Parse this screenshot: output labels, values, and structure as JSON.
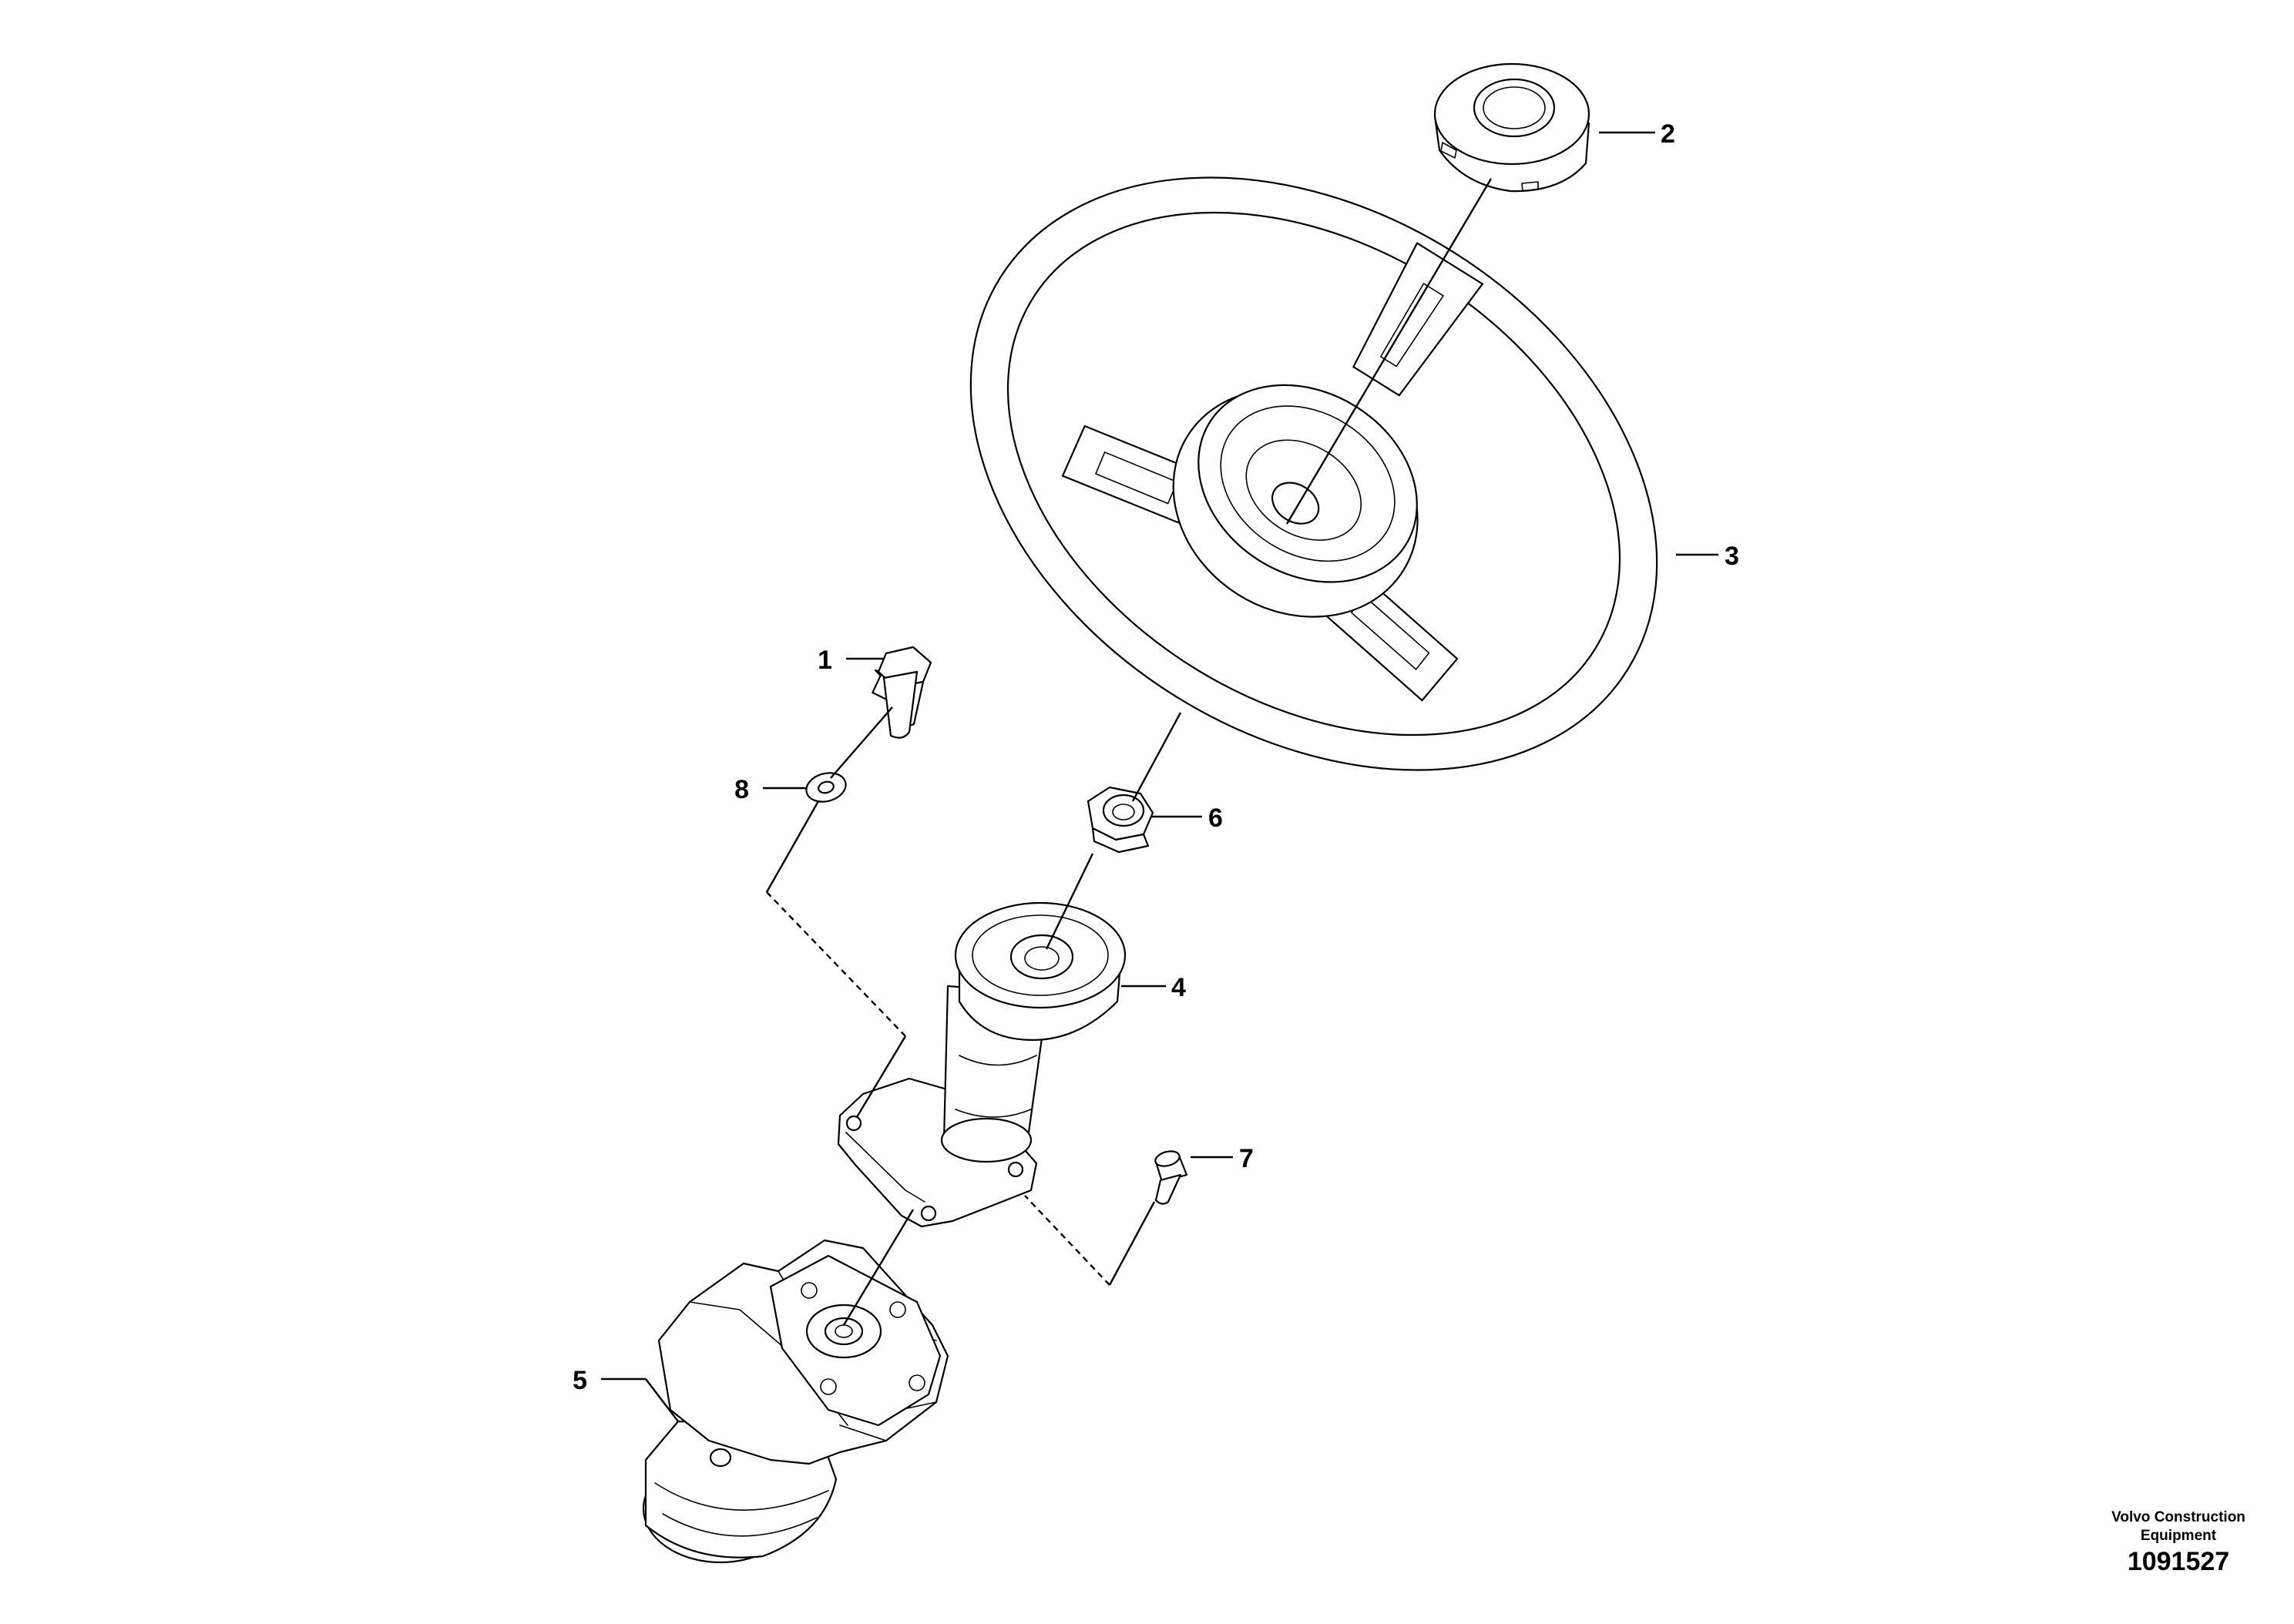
{
  "callouts": [
    {
      "id": "1",
      "label": "1"
    },
    {
      "id": "2",
      "label": "2"
    },
    {
      "id": "3",
      "label": "3"
    },
    {
      "id": "4",
      "label": "4"
    },
    {
      "id": "5",
      "label": "5"
    },
    {
      "id": "6",
      "label": "6"
    },
    {
      "id": "7",
      "label": "7"
    },
    {
      "id": "8",
      "label": "8"
    }
  ],
  "brand": {
    "line1": "Volvo Construction",
    "line2": "Equipment"
  },
  "drawing_number": "1091527"
}
